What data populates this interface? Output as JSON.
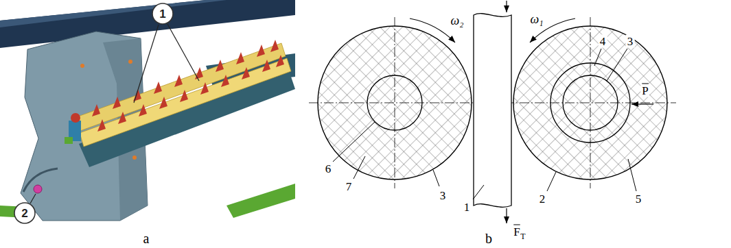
{
  "diagram": {
    "nodes": [
      {
        "text": [
          "1"
        ]
      },
      {
        "text": [
          "2"
        ]
      }
    ],
    "labels": [
      "a",
      "b",
      "ω₂",
      "ω₁",
      "4",
      "3",
      "P",
      "6",
      "7",
      "3",
      "1",
      "2",
      "5",
      "F",
      "T"
    ]
  }
}
